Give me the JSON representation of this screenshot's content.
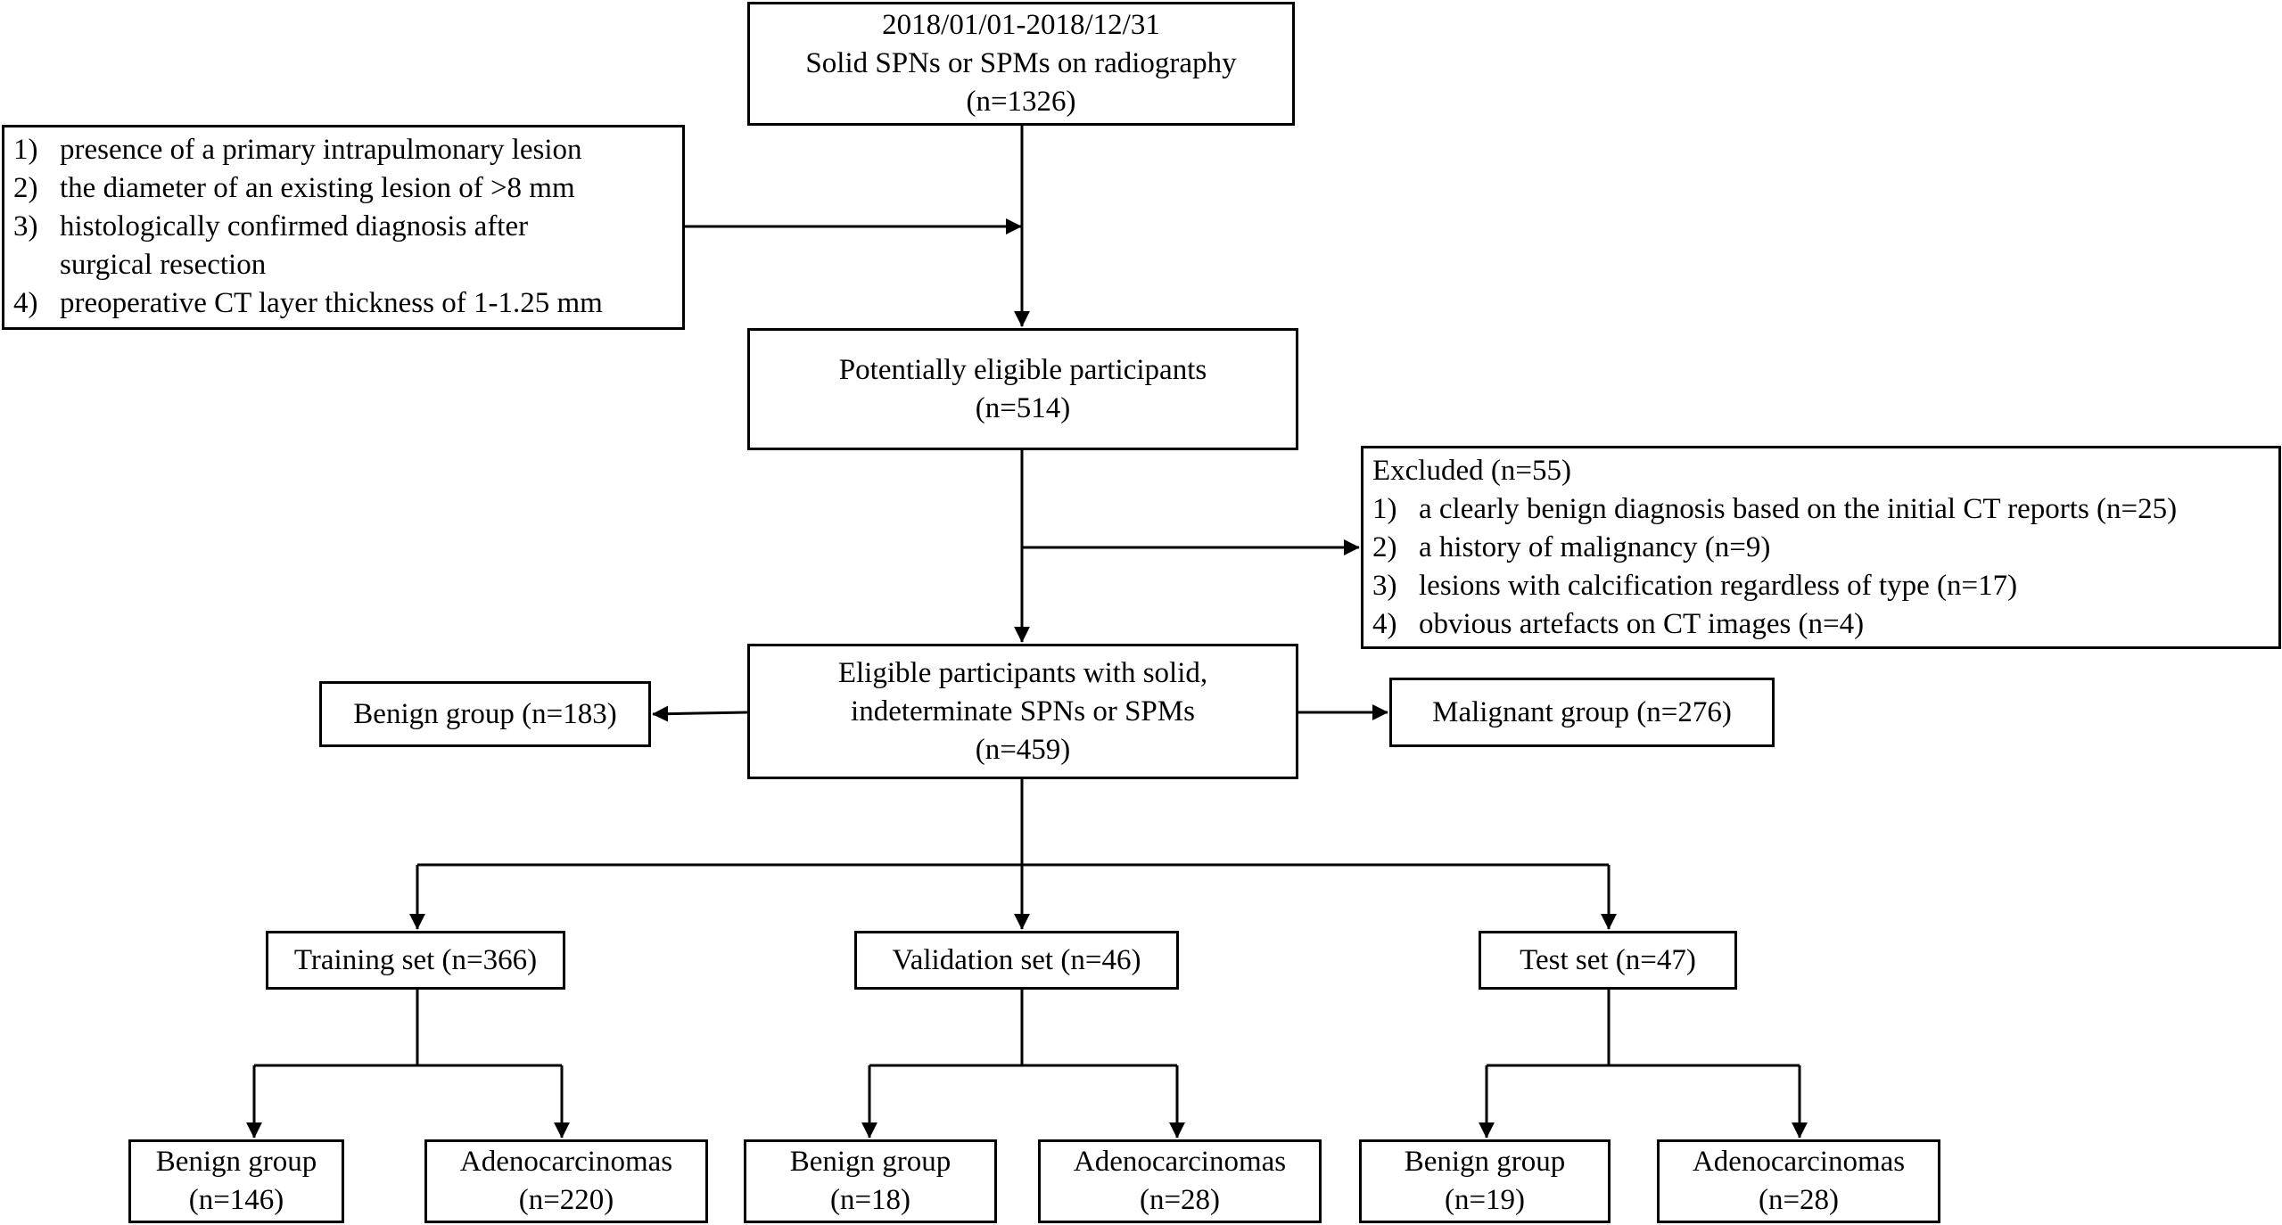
{
  "nodes": {
    "source": {
      "lines": [
        "2018/01/01-2018/12/31",
        "Solid SPNs or SPMs on radiography",
        "(n=1326)"
      ]
    },
    "inclusion": {
      "items": [
        {
          "num": "1)",
          "lines": [
            "presence of a primary intrapulmonary lesion"
          ]
        },
        {
          "num": "2)",
          "lines": [
            "the diameter of an existing lesion of >8 mm"
          ]
        },
        {
          "num": "3)",
          "lines": [
            "histologically confirmed diagnosis after",
            "surgical resection"
          ]
        },
        {
          "num": "4)",
          "lines": [
            "preoperative CT layer thickness of 1-1.25 mm"
          ]
        }
      ]
    },
    "potential": {
      "lines": [
        "Potentially eligible participants",
        "(n=514)"
      ]
    },
    "excluded": {
      "heading": "Excluded (n=55)",
      "items": [
        {
          "num": "1)",
          "lines": [
            "a clearly benign diagnosis based on the initial CT reports (n=25)"
          ]
        },
        {
          "num": "2)",
          "lines": [
            "a history of malignancy (n=9)"
          ]
        },
        {
          "num": "3)",
          "lines": [
            "lesions with calcification regardless of type (n=17)"
          ]
        },
        {
          "num": "4)",
          "lines": [
            "obvious artefacts on CT images (n=4)"
          ]
        }
      ]
    },
    "eligible": {
      "lines": [
        "Eligible participants with solid,",
        "indeterminate SPNs or SPMs",
        "(n=459)"
      ]
    },
    "benign_total": {
      "lines": [
        "Benign group (n=183)"
      ]
    },
    "malignant_total": {
      "lines": [
        "Malignant group (n=276)"
      ]
    },
    "training": {
      "lines": [
        "Training set (n=366)"
      ]
    },
    "validation": {
      "lines": [
        "Validation set (n=46)"
      ]
    },
    "test": {
      "lines": [
        "Test set (n=47)"
      ]
    },
    "train_benign": {
      "lines": [
        "Benign group",
        "(n=146)"
      ]
    },
    "train_adeno": {
      "lines": [
        "Adenocarcinomas",
        "(n=220)"
      ]
    },
    "val_benign": {
      "lines": [
        "Benign group",
        "(n=18)"
      ]
    },
    "val_adeno": {
      "lines": [
        "Adenocarcinomas",
        "(n=28)"
      ]
    },
    "test_benign": {
      "lines": [
        "Benign group",
        "(n=19)"
      ]
    },
    "test_adeno": {
      "lines": [
        "Adenocarcinomas",
        "(n=28)"
      ]
    }
  }
}
